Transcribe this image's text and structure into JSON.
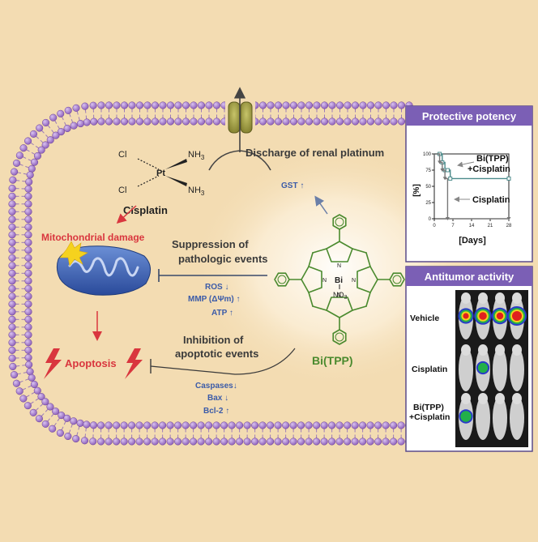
{
  "cisplatin": {
    "name": "Cisplatin",
    "cl1": "Cl",
    "cl2": "Cl",
    "pt": "Pt",
    "nh3_1": "NH",
    "nh3_2": "NH",
    "sub": "3"
  },
  "labels": {
    "discharge": "Discharge of renal platinum",
    "gst": "GST ↑",
    "mito_damage": "Mitochondrial damage",
    "suppression_1": "Suppression of",
    "suppression_2": "pathologic events",
    "ros": "ROS ↓",
    "mmp": "MMP (ΔΨm) ↑",
    "atp": "ATP ↑",
    "inhibition_1": "Inhibition of",
    "inhibition_2": "apoptotic events",
    "caspases": "Caspases↓",
    "bax": "Bax ↓",
    "bcl2": "Bcl-2 ↑",
    "apoptosis": "Apoptosis",
    "bitpp": "Bi(TPP)"
  },
  "molecule": {
    "bi": "Bi",
    "no3": "NO",
    "no3_sub": "3",
    "n": "N"
  },
  "protective": {
    "title": "Protective potency",
    "ylabel": "[%]",
    "xlabel": "[Days]",
    "legend_bitpp_1": "Bi(TPP)",
    "legend_bitpp_2": "+Cisplatin",
    "legend_cisplatin": "Cisplatin"
  },
  "antitumor": {
    "title": "Antitumor activity",
    "rows": [
      "Vehicle",
      "Cisplatin"
    ],
    "row3_1": "Bi(TPP)",
    "row3_2": "+Cisplatin"
  },
  "chart_data": {
    "type": "line",
    "xlabel": "[Days]",
    "ylabel": "[%]",
    "xlim": [
      0,
      28
    ],
    "ylim": [
      0,
      100
    ],
    "xticks": [
      0,
      7,
      14,
      21,
      28
    ],
    "yticks": [
      0,
      25,
      50,
      75,
      100
    ],
    "series": [
      {
        "name": "Bi(TPP)+Cisplatin",
        "x": [
          0,
          2,
          3,
          4,
          5,
          6,
          28
        ],
        "y": [
          100,
          100,
          87,
          75,
          75,
          62,
          62
        ]
      },
      {
        "name": "Cisplatin",
        "x": [
          0,
          2,
          3,
          4,
          5,
          28
        ],
        "y": [
          100,
          87,
          75,
          62,
          0,
          0
        ]
      }
    ]
  },
  "colors": {
    "background": "#f3dcb2",
    "membrane_head": "#9c6fc6",
    "panel_header": "#7b5fb5",
    "panel_border": "#5a4a8a",
    "red": "#d9363e",
    "green": "#4a8a2e",
    "blue": "#3b5ba8",
    "teal": "#4a8a8a"
  }
}
